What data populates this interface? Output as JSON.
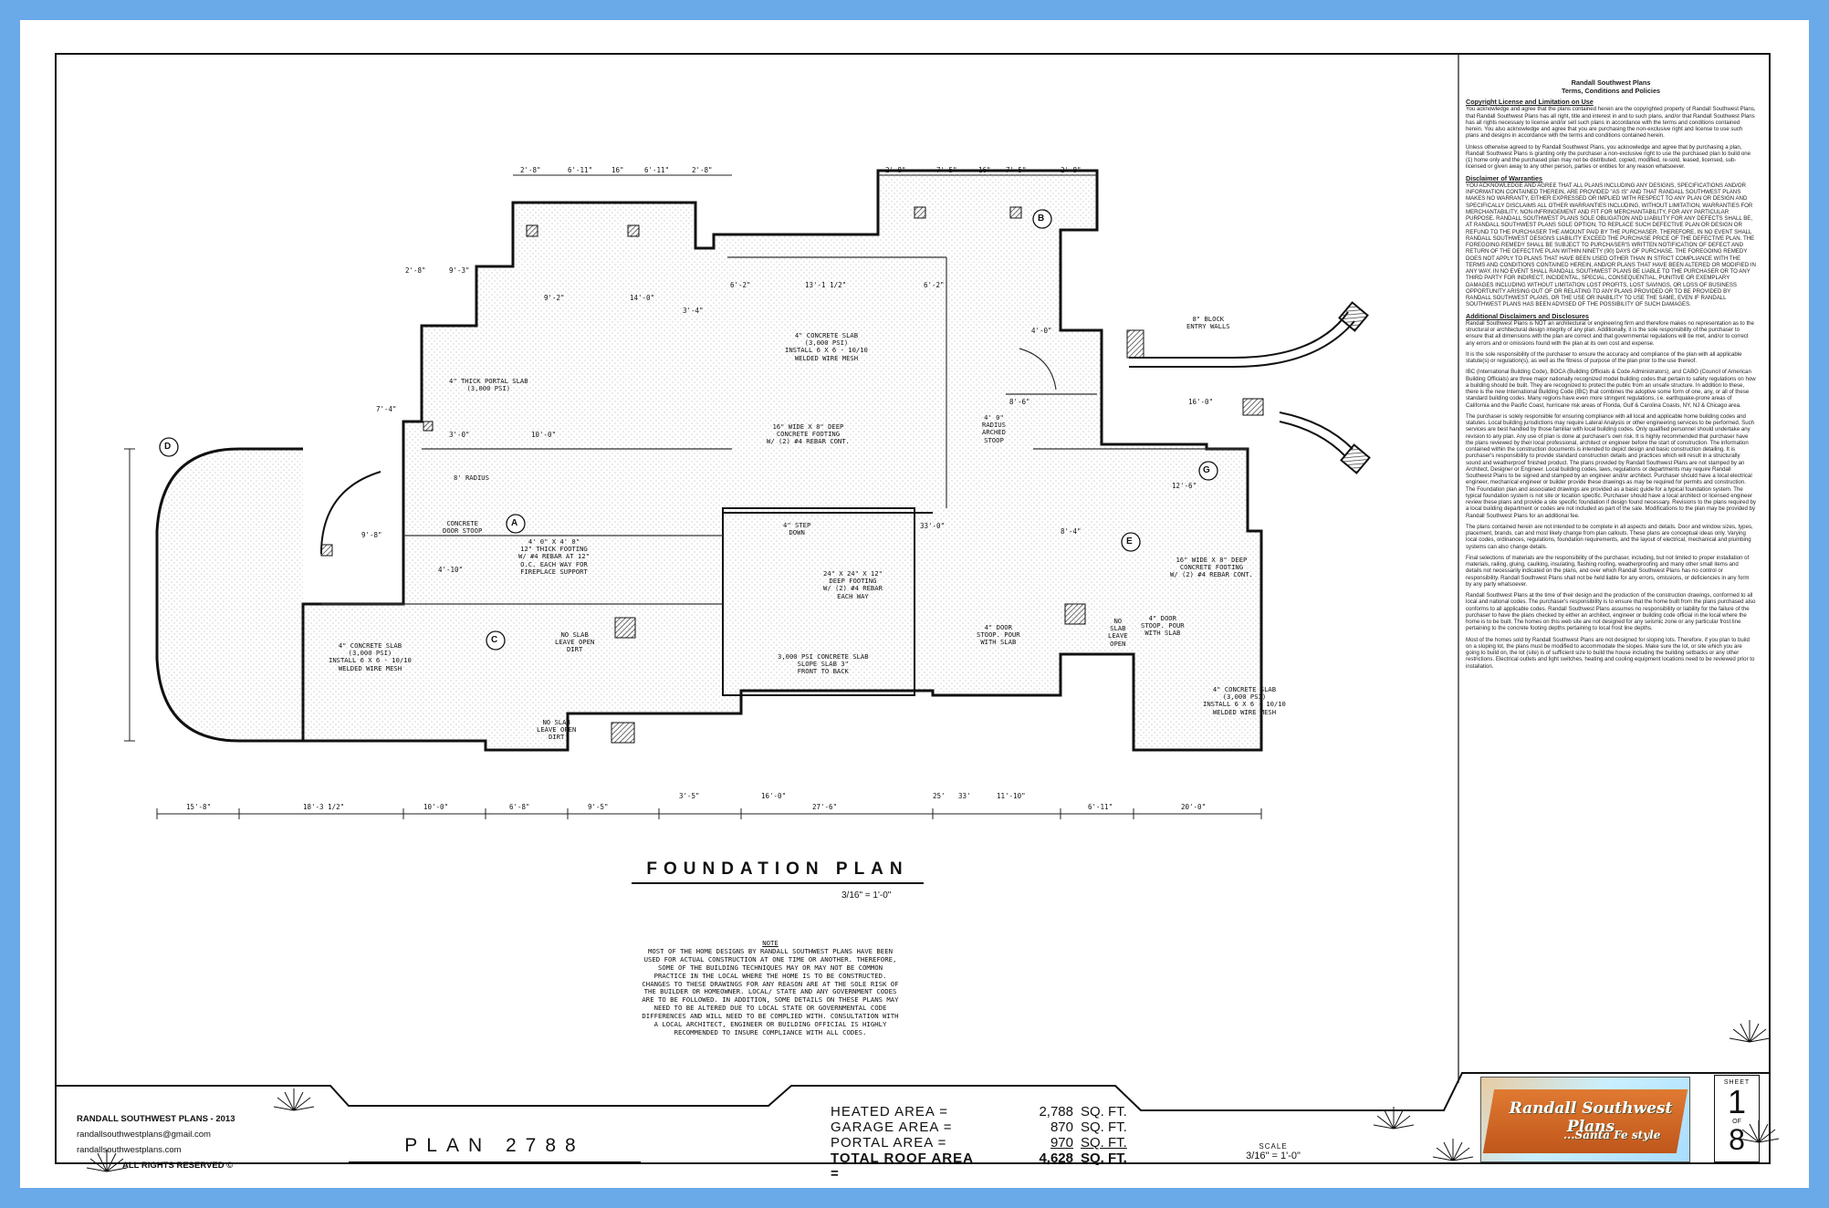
{
  "drawing": {
    "title": "FOUNDATION PLAN",
    "scale": "3/16\" = 1'-0\""
  },
  "plan_labels": {
    "portal_slab": "4\" THICK PORTAL SLAB\n(3,000 PSI)",
    "concrete_slab_top": "4\" CONCRETE SLAB\n(3,000 PSI)\nINSTALL 6 X 6 - 10/10\nWELDED WIRE MESH",
    "footing_center": "16\" WIDE X 8\" DEEP\nCONCRETE FOOTING\nW/ (2) #4 REBAR CONT.",
    "radius": "8' RADIUS",
    "door_stoop": "CONCRETE\nDOOR STOOP",
    "fireplace_footing": "4' 0\" X 4' 0\"\n12\" THICK FOOTING\nW/ #4 REBAR AT 12\"\nO.C. EACH WAY FOR\nFIREPLACE SUPPORT",
    "step_down": "4\" STEP\nDOWN",
    "deep_footing": "24\" X 24\" X 12\"\nDEEP FOOTING\nW/ (2) #4 REBAR\nEACH WAY",
    "slab_left": "4\" CONCRETE SLAB\n(3,000 PSI)\nINSTALL 6 X 6 - 10/10\nWELDED WIRE MESH",
    "no_slab_1": "NO SLAB\nLEAVE OPEN\nDIRT",
    "no_slab_2": "NO SLAB\nLEAVE OPEN\nDIRT",
    "garage_slab": "3,000 PSI CONCRETE SLAB\nSLOPE SLAB 3\"\nFRONT TO BACK",
    "door_stoop_4": "4\" DOOR\nSTOOP. POUR\nWITH SLAB",
    "no_slab_3": "NO\nSLAB\nLEAVE\nOPEN",
    "door_stoop_4b": "4\" DOOR\nSTOOP. POUR\nWITH SLAB",
    "slab_right": "4\" CONCRETE SLAB\n(3,000 PSI)\nINSTALL 6 X 6 - 10/10\nWELDED WIRE MESH",
    "footing_right": "16\" WIDE X 8\" DEEP\nCONCRETE FOOTING\nW/ (2) #4 REBAR CONT.",
    "block_walls": "8\" BLOCK\nENTRY WALLS",
    "radius_stoop": "4' 0\"\nRADIUS\nARCHED\nSTOOP"
  },
  "bubbles": [
    "A",
    "B",
    "C",
    "D",
    "E",
    "G"
  ],
  "dimensions": {
    "bottom": [
      "15'-8\"",
      "18'-3 1/2\"",
      "10'-0\"",
      "6'-8\"",
      "9'-5\"",
      "3'-5\"",
      "16'-0\"",
      "27'-6\"",
      "25'",
      "33'",
      "11'-10\"",
      "6'-11\"",
      "20'-0\""
    ],
    "top": [
      "2'-8\"",
      "6'-11\"",
      "16\"",
      "6'-11\"",
      "2'-8\"",
      "2'-8\"",
      "7'-5\"",
      "16\"",
      "7'-5\"",
      "2'-8\""
    ],
    "misc": [
      "9'-3\"",
      "2'-8\"",
      "6'-2\"",
      "13'-1 1/2\"",
      "6'-2\"",
      "14'-0\"",
      "9'-2\"",
      "3'-4\"",
      "7'-4\"",
      "3'-0\"",
      "10'-0\"",
      "33'-0\"",
      "4'-0\"",
      "8'-6\"",
      "12'-6\"",
      "16'-0\"",
      "9'-8\"",
      "4'-10\"",
      "8'-4\""
    ]
  },
  "note": {
    "title": "NOTE",
    "body": "MOST OF THE HOME DESIGNS BY RANDALL SOUTHWEST PLANS HAVE BEEN USED FOR ACTUAL CONSTRUCTION AT ONE TIME OR ANOTHER. THEREFORE, SOME OF THE BUILDING TECHNIQUES MAY OR MAY NOT BE COMMON PRACTICE IN THE LOCAL WHERE THE HOME IS TO BE CONSTRUCTED. CHANGES TO THESE DRAWINGS FOR ANY REASON ARE AT THE SOLE RISK OF THE BUILDER OR HOMEOWNER. LOCAL/ STATE AND ANY GOVERNMENT CODES ARE TO BE FOLLOWED. IN ADDITION, SOME DETAILS ON THESE PLANS MAY NEED TO BE ALTERED DUE TO LOCAL STATE OR GOVERNMENTAL CODE DIFFERENCES AND WILL NEED TO BE COMPLIED WITH. CONSULTATION WITH A LOCAL ARCHITECT, ENGINEER OR BUILDING OFFICIAL IS HIGHLY RECOMMENDED TO INSURE COMPLIANCE WITH ALL CODES."
  },
  "terms": {
    "company": "Randall Southwest Plans",
    "subtitle": "Terms, Conditions and Policies",
    "sections": [
      {
        "heading": "Copyright License and Limitation on Use",
        "paragraphs": [
          "You acknowledge and agree that the plans contained herein are the copyrighted property of Randall Southwest Plans, that Randall Southwest Plans has all right, title and interest in and to such plans, and/or that Randall Southwest Plans has all rights necessary to license and/or sell such plans in accordance with the terms and conditions contained herein. You also acknowledge and agree that you are purchasing the non-exclusive right and license to use such plans and designs in accordance with the terms and conditions contained herein.",
          "Unless otherwise agreed to by Randall Southwest Plans, you acknowledge and agree that by purchasing a plan, Randall Southwest Plans is granting only the purchaser a non-exclusive right to use the purchased plan to build one (1) home only and the purchased plan may not be distributed, copied, modified, re-sold, leased, licensed, sub-licensed or given away to any other person, parties or entities for any reason whatsoever."
        ]
      },
      {
        "heading": "Disclaimer of Warranties",
        "paragraphs": [
          "YOU ACKNOWLEDGE AND AGREE THAT ALL PLANS INCLUDING ANY DESIGNS, SPECIFICATIONS AND/OR INFORMATION CONTAINED THEREIN, ARE PROVIDED \"AS IS\" AND THAT RANDALL SOUTHWEST PLANS MAKES NO WARRANTY, EITHER EXPRESSED OR IMPLIED WITH RESPECT TO ANY PLAN OR DESIGN AND SPECIFICALLY DISCLAIMS ALL OTHER WARRANTIES INCLUDING, WITHOUT LIMITATION, WARRANTIES FOR MERCHANTABILITY, NON-INFRINGEMENT AND FIT FOR MERCHANTABILITY, FOR ANY PARTICULAR PURPOSE. RANDALL SOUTHWEST PLANS SOLE OBLIGATION AND LIABILITY FOR ANY DEFECTS SHALL BE, AT RANDALL SOUTHWEST PLANS SOLE OPTION, TO REPLACE SUCH DEFECTIVE PLAN OR DESIGN OR REFUND TO THE PURCHASER THE AMOUNT PAID BY THE PURCHASER. THEREFORE, IN NO EVENT SHALL RANDALL SOUTHWEST DESIGNS LIABILITY EXCEED THE PURCHASE PRICE OF THE DEFECTIVE PLAN. THE FOREGOING REMEDY SHALL BE SUBJECT TO PURCHASER'S WRITTEN NOTIFICATION OF DEFECT AND RETURN OF THE DEFECTIVE PLAN WITHIN NINETY (90) DAYS OF PURCHASE. THE FOREGOING REMEDY DOES NOT APPLY TO PLANS THAT HAVE BEEN USED OTHER THAN IN STRICT COMPLIANCE WITH THE TERMS AND CONDITIONS CONTAINED HEREIN, AND/OR PLANS THAT HAVE BEEN ALTERED OR MODIFIED IN ANY WAY. IN NO EVENT SHALL RANDALL SOUTHWEST PLANS BE LIABLE TO THE PURCHASER OR TO ANY THIRD PARTY FOR INDIRECT, INCIDENTAL, SPECIAL, CONSEQUENTIAL, PUNITIVE OR EXEMPLARY DAMAGES INCLUDING WITHOUT LIMITATION LOST PROFITS, LOST SAVINGS, OR LOSS OF BUSINESS OPPORTUNITY ARISING OUT OF OR RELATING TO ANY PLANS PROVIDED OR TO BE PROVIDED BY RANDALL SOUTHWEST PLANS, OR THE USE OR INABILITY TO USE THE SAME, EVEN IF RANDALL SOUTHWEST PLANS HAS BEEN ADVISED OF THE POSSIBILITY OF SUCH DAMAGES."
        ]
      },
      {
        "heading": "Additional Disclaimers and Disclosures",
        "paragraphs": [
          "Randall Southwest Plans is NOT an architectural or engineering firm and therefore makes no representation as to the structural or architectural design integrity of any plan. Additionally, it is the sole responsibility of the purchaser to ensure that all dimensions with the plan are correct and that governmental regulations will be met, and/or to correct any errors and or omissions found with the plan at its own cost and expense.",
          "It is the sole responsibility of the purchaser to ensure the accuracy and compliance of the plan with all applicable statute(s) or regulation(s), as well as the fitness of purpose of the plan prior to the use thereof.",
          "IBC (International Building Code), BOCA (Building Officials & Code Administrators), and CABO (Council of American Building Officials) are three major nationally recognized model building codes that pertain to safety regulations on how a building should be built. They are recognized to protect the public from an unsafe structure. In addition to these, there is the new International Building Code (IBC) that combines the adoptive some form of one, any, or all of these standard building codes. Many regions have even more stringent regulations, i.e. earthquake-prone areas of California and the Pacific Coast, hurricane risk areas of Florida, Gulf & Carolina Coasts, NY, NJ & Chicago area.",
          "The purchaser is solely responsible for ensuring compliance with all local and applicable home building codes and statutes. Local building jurisdictions may require Lateral Analysis or other engineering services to be performed. Such services are best handled by those familiar with local building codes. Only qualified personnel should undertake any revision to any plan. Any use of plan is done at purchaser's own risk. It is highly recommended that purchaser have the plans reviewed by their local professional, architect or engineer before the start of construction. The information contained within the construction documents is intended to depict design and basic construction detailing. It is purchaser's responsibility to provide standard construction details and practices which will result in a structurally sound and weatherproof finished product. The plans provided by Randall Southwest Plans are not stamped by an Architect, Designer or Engineer. Local building codes, laws, regulations or departments may require Randall Southwest Plans to be signed and stamped by an engineer and/or architect. Purchaser should have a local electrical engineer, mechanical engineer or builder provide these drawings as may be required for permits and construction. The Foundation plan and associated drawings are provided as a basic guide for a typical foundation system. The typical foundation system is not site or location specific. Purchaser should have a local architect or licensed engineer review these plans and provide a site specific foundation if design found necessary. Revisions to the plans required by a local building department or codes are not included as part of the sale. Modifications to the plan may be provided by Randall Southwest Plans for an additional fee.",
          "The plans contained herein are not intended to be complete in all aspects and details. Door and window sizes, types, placement, brands, can and most likely change from plan callouts. These plans are conceptual ideas only. Varying local codes, ordinances, regulations, foundation requirements, and the layout of electrical, mechanical and plumbing systems can also change details.",
          "Final selections of materials are the responsibility of the purchaser, including, but not limited to proper installation of materials, railing, gluing, caulking, insulating, flashing roofing, weatherproofing and many other small items and details not necessarily indicated on the plans, and over which Randall Southwest Plans has no control or responsibility. Randall Southwest Plans shall not be held liable for any errors, omissions, or deficiencies in any form by any party whatsoever.",
          "Randall Southwest Plans at the time of their design and the production of the construction drawings, conformed to all local and national codes. The purchaser's responsibility is to ensure that the home built from the plans purchased also conforms to all applicable codes. Randall Southwest Plans assumes no responsibility or liability for the failure of the purchaser to have the plans checked by either an architect, engineer or building code official in the local where the home is to be built. The homes on this web site are not designed for any seismic zone or any particular frost line pertaining to the concrete footing depths pertaining to local frost line depths.",
          "Most of the homes sold by Randall Southwest Plans are not designed for sloping lots. Therefore, if you plan to build on a sloping lot, the plans must be modified to accommodate the slopes. Make sure the lot, or site which you are going to build on, the lot (site) is of sufficient size to build the house including the building setbacks or any other restrictions. Electrical outlets and light switches, heating and cooling equipment locations need to be reviewed prior to installation."
        ]
      }
    ]
  },
  "company": {
    "name": "RANDALL SOUTHWEST PLANS - 2013",
    "email": "randallsouthwestplans@gmail.com",
    "website": "randallsouthwestplans.com",
    "rights": "ALL RIGHTS RESERVED ©"
  },
  "plan_name": "PLAN 2788",
  "areas": {
    "rows": [
      {
        "label": "HEATED AREA =",
        "value": "2,788",
        "unit": "SQ. FT."
      },
      {
        "label": "GARAGE AREA =",
        "value": "870",
        "unit": "SQ. FT."
      },
      {
        "label": "PORTAL AREA =",
        "value": "970",
        "unit": "SQ. FT."
      },
      {
        "label": "TOTAL ROOF AREA =",
        "value": "4,628",
        "unit": "SQ. FT."
      }
    ]
  },
  "scale_box": {
    "label": "SCALE",
    "value": "3/16\" = 1'-0\""
  },
  "logo": {
    "main": "Randall Southwest Plans",
    "sub": "...Santa Fe style"
  },
  "sheet": {
    "label": "SHEET",
    "number": "1",
    "of": "OF",
    "total": "8"
  },
  "colors": {
    "background": "#6aaae8",
    "paper": "#ffffff",
    "ink": "#111111",
    "logo_orange": "#d0652a"
  }
}
